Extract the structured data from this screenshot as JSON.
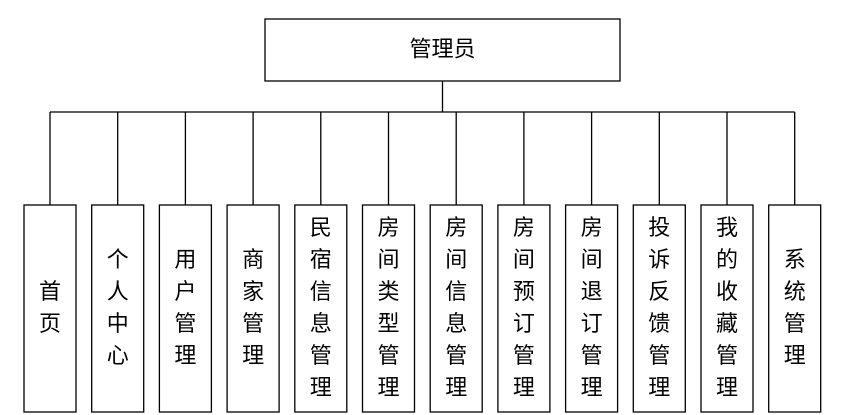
{
  "root": {
    "label": "管理员"
  },
  "children": [
    {
      "label": "首页"
    },
    {
      "label": "个人中心"
    },
    {
      "label": "用户管理"
    },
    {
      "label": "商家管理"
    },
    {
      "label": "民宿信息管理"
    },
    {
      "label": "房间类型管理"
    },
    {
      "label": "房间信息管理"
    },
    {
      "label": "房间预订管理"
    },
    {
      "label": "房间退订管理"
    },
    {
      "label": "投诉反馈管理"
    },
    {
      "label": "我的收藏管理"
    },
    {
      "label": "系统管理"
    }
  ]
}
